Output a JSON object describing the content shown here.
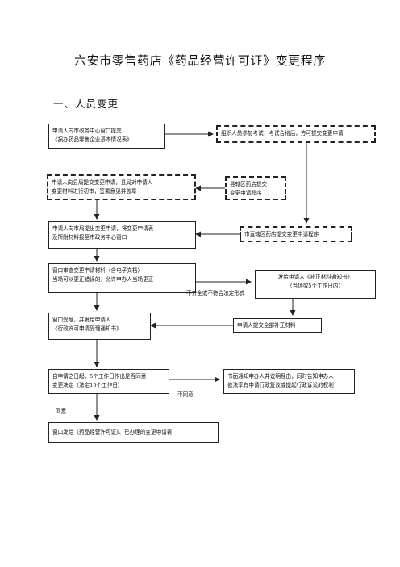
{
  "title": "六安市零售药店《药品经营许可证》变更程序",
  "section_title": "一、人员变更",
  "boxes": {
    "b1": {
      "line1": "申请人向市政务中心窗口提交",
      "line2": "《报办药品零售企业基本情况表》"
    },
    "b2": {
      "line1": "组织人员参加考试，考试合格后，方可提交变更申请"
    },
    "b3": {
      "line1": "申请人向县局提交变更申请，县局对申请人",
      "line2": "变更材料进行初审，签署意见并盖章"
    },
    "b4": {
      "line1": "县辖区药店提交",
      "line2": "变更申请程序"
    },
    "b5": {
      "line1": "申请人向市局提出变更申请，将变更申请表",
      "line2": "及所附材料报至市政务中心窗口"
    },
    "b6": {
      "line1": "市直辖区药店提交变更申请程序"
    },
    "b7": {
      "line1": "窗口审查变更申请材料（含电子文档）",
      "line2": "当场可以更正错误的，允许申办人当场更正"
    },
    "b8": {
      "line1": "发给申请人《补正材料通知书》",
      "line2": "（当场或5个工作日内）"
    },
    "b9": {
      "line1": "窗口受理，并发给申请人",
      "line2": "《行政许可申请受理通知书》"
    },
    "b10": {
      "line1": "申请人提交全部补正材料"
    },
    "b11": {
      "line1": "自申请之日起，5个工作日作出是否同意",
      "line2": "变更决定（法定15个工作日）"
    },
    "b12": {
      "line1": "书面通知申办人并说明理由，同时告知申办人",
      "line2": "依法享有申请行政复议或提起行政诉讼的权利"
    },
    "b13": {
      "line1": "窗口发给《药品经营许可证》、已办理的变更申请表"
    }
  },
  "labels": {
    "incomplete": "不齐全或不符合法定形式",
    "disagree": "不同意",
    "agree": "同意"
  }
}
